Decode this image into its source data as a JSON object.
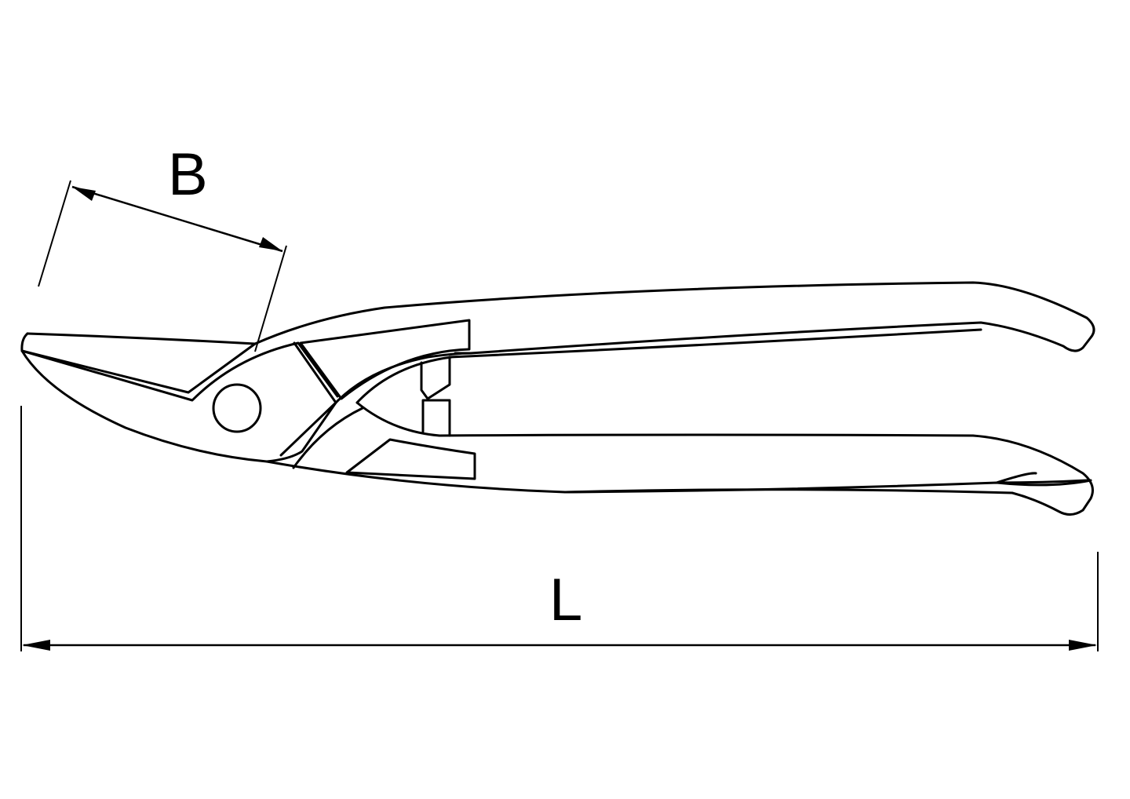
{
  "diagram": {
    "subject": "tin snips / sheet metal shears (side view)",
    "stroke_color": "#000000",
    "background_color": "#ffffff",
    "dimensions": {
      "blade_length": {
        "label": "B"
      },
      "overall_length": {
        "label": "L"
      }
    }
  }
}
